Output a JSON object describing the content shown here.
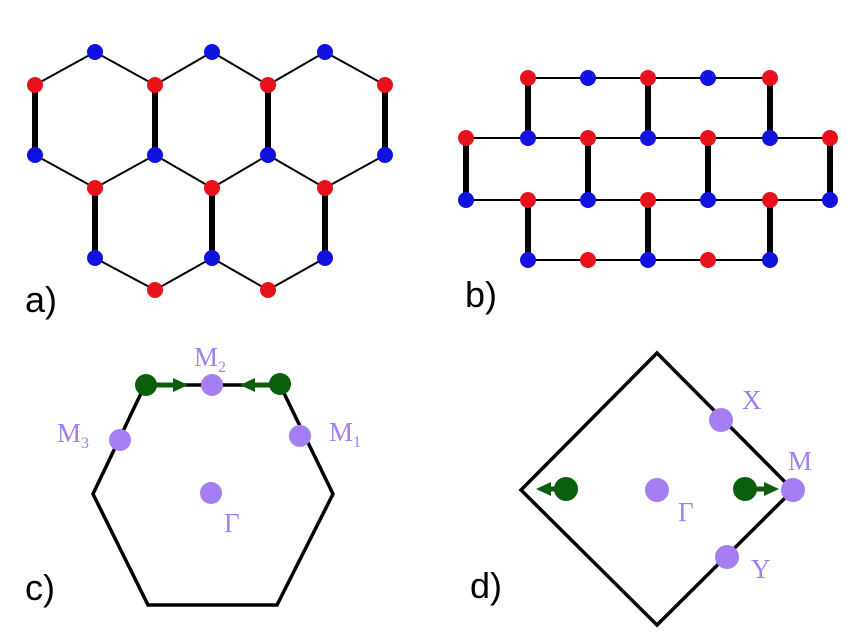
{
  "colors": {
    "site_a": "#e8111a",
    "site_b": "#1212e0",
    "bond": "#000000",
    "kpoint": "#a47ef2",
    "dirac": "#0b5e0b",
    "outline": "#000000"
  },
  "panels": {
    "a": {
      "label": "a)"
    },
    "b": {
      "label": "b)"
    },
    "c": {
      "label": "c)",
      "points": {
        "m1": "M",
        "m1_sub": "1",
        "m2": "M",
        "m2_sub": "2",
        "m3": "M",
        "m3_sub": "3",
        "gamma": "Γ"
      }
    },
    "d": {
      "label": "d)",
      "points": {
        "x": "X",
        "m": "M",
        "y": "Y",
        "gamma": "Γ"
      }
    }
  }
}
